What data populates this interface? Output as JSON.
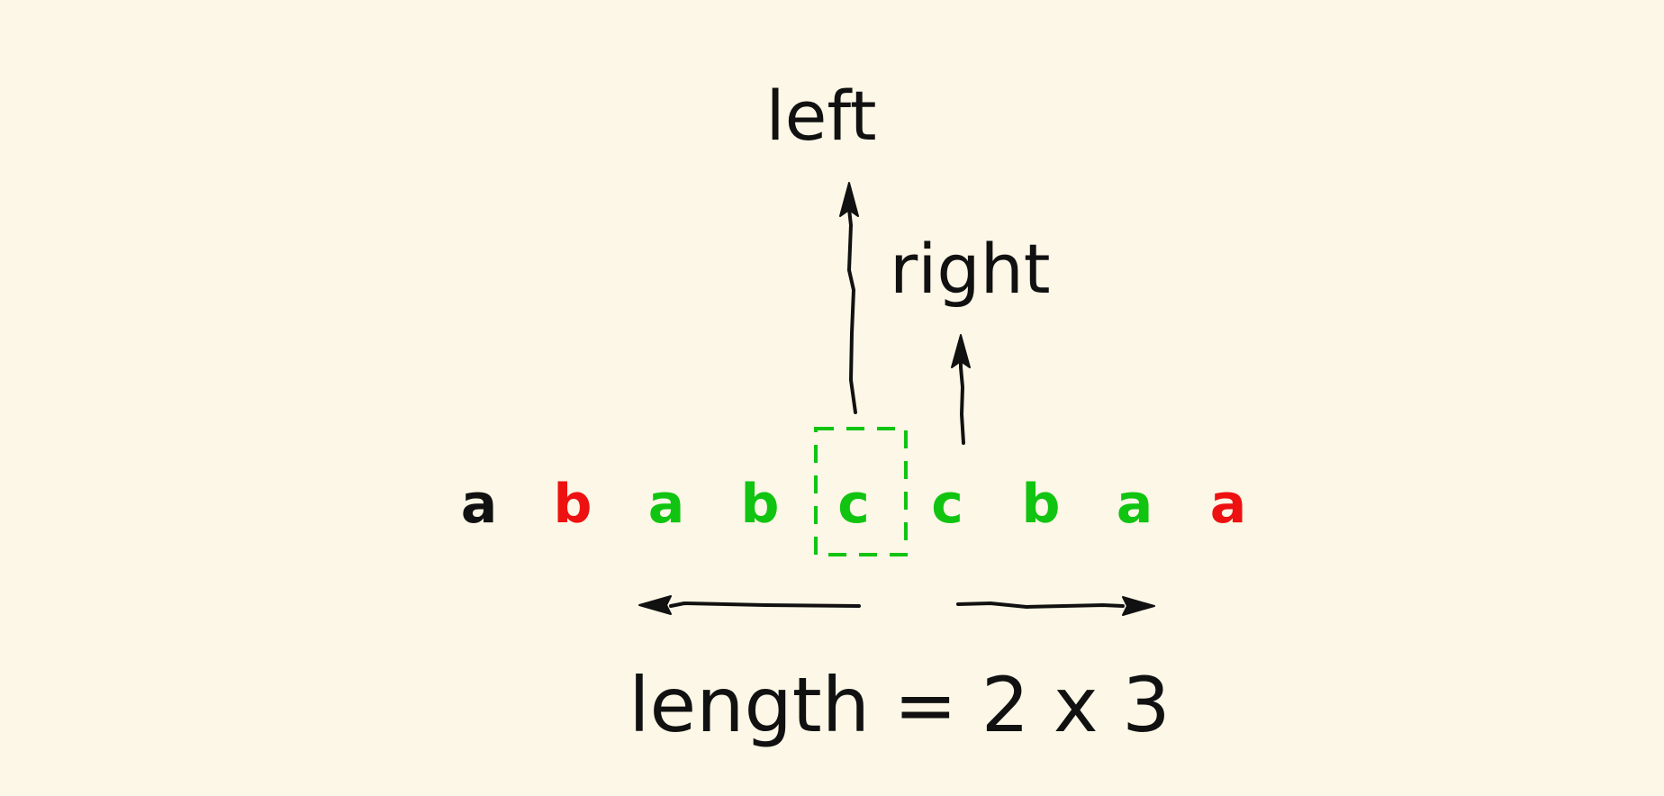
{
  "labels": {
    "left": "left",
    "right": "right",
    "formula": "length = 2 x 3"
  },
  "characters": [
    {
      "char": "a",
      "color": "black"
    },
    {
      "char": "b",
      "color": "red"
    },
    {
      "char": "a",
      "color": "green"
    },
    {
      "char": "b",
      "color": "green"
    },
    {
      "char": "c",
      "color": "green"
    },
    {
      "char": "c",
      "color": "green"
    },
    {
      "char": "b",
      "color": "green"
    },
    {
      "char": "a",
      "color": "green"
    },
    {
      "char": "a",
      "color": "red"
    }
  ],
  "colors": {
    "background": "#fcf7e6",
    "black": "#111111",
    "red": "#ee1111",
    "green": "#11c411"
  }
}
